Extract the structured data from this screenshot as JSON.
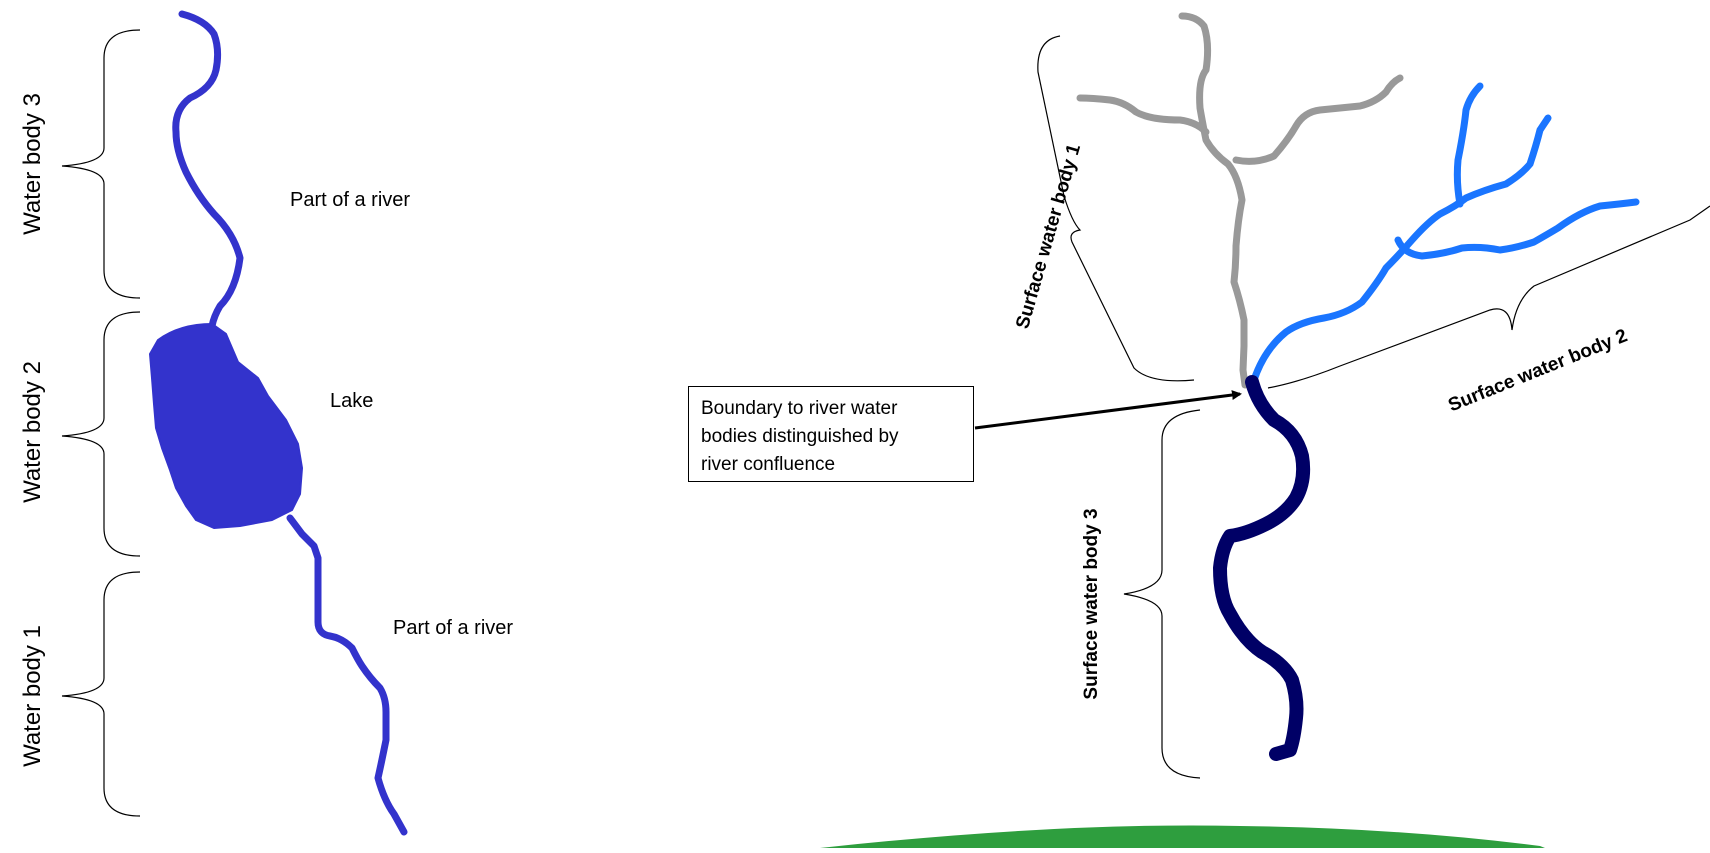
{
  "left_diagram": {
    "brace_labels": [
      "Water body 3",
      "Water body 2",
      "Water body 1"
    ],
    "feature_labels": {
      "river_upper": "Part of a river",
      "lake": "Lake",
      "river_lower": "Part of a river"
    },
    "colors": {
      "water": "#3333cc"
    }
  },
  "right_diagram": {
    "labels": {
      "swb1": "Surface water body 1",
      "swb2": "Surface water body 2",
      "swb3": "Surface water body 3"
    },
    "callout_lines": [
      "Boundary to river water",
      "bodies distinguished by",
      "river confluence"
    ],
    "colors": {
      "body1": "#999999",
      "body2": "#1a75ff",
      "body3": "#000066",
      "ground": "#2e9e3e"
    }
  }
}
